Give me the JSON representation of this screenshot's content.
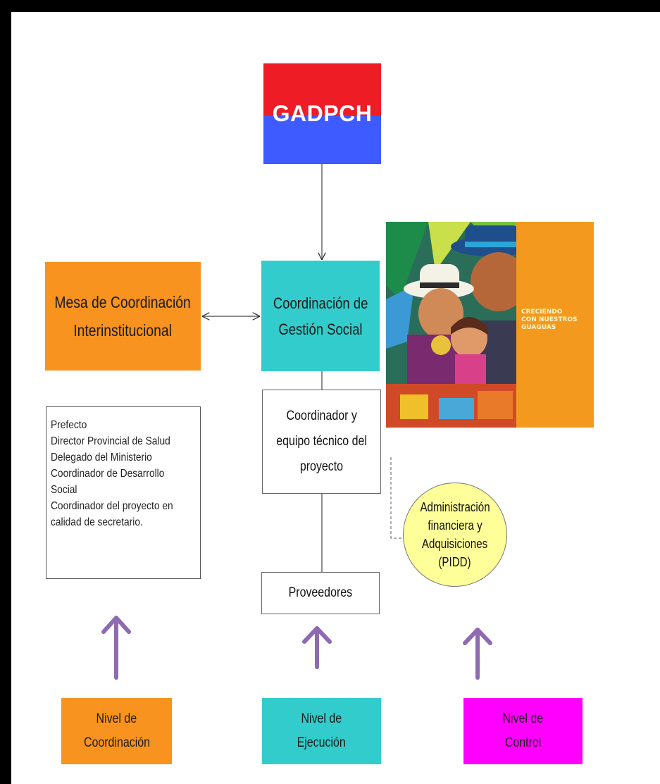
{
  "gadpch": {
    "label": "GADPCH"
  },
  "mesa": {
    "lines": [
      "Mesa de Coordinación",
      "Interinstitucional"
    ]
  },
  "coordinacion_gestion": {
    "lines": [
      "Coordinación de",
      "Gestión Social"
    ]
  },
  "equipo": {
    "lines": [
      "Coordinador y",
      "equipo técnico del",
      "proyecto"
    ]
  },
  "proveedores": {
    "label": "Proveedores"
  },
  "miembros": {
    "lines": [
      "Prefecto",
      "Director Provincial de Salud",
      "Delegado del Ministerio",
      "Coordinador de Desarrollo",
      "Social",
      "Coordinador del proyecto en",
      "calidad de secretario."
    ]
  },
  "administracion": {
    "lines": [
      "Administración",
      "financiera y",
      "Adquisiciones",
      "(PIDD)"
    ]
  },
  "illustration": {
    "caption": "CRECIENDO CON NUESTROS GUAGUAS"
  },
  "niveles": [
    {
      "lines": [
        "Nivel de",
        "Coordinación"
      ],
      "color": "#f7931e"
    },
    {
      "lines": [
        "Nivel de",
        "Ejecución"
      ],
      "color": "#33cccc"
    },
    {
      "lines": [
        "Nivel de",
        "Control"
      ],
      "color": "#ff00ff"
    }
  ],
  "colors": {
    "orange": "#f7931e",
    "teal": "#33cccc",
    "magenta": "#ff00ff",
    "yellow": "#ffff99",
    "red": "#ee1c25",
    "blue": "#3d5bff",
    "arrow_purple": "#8e6bb0"
  }
}
